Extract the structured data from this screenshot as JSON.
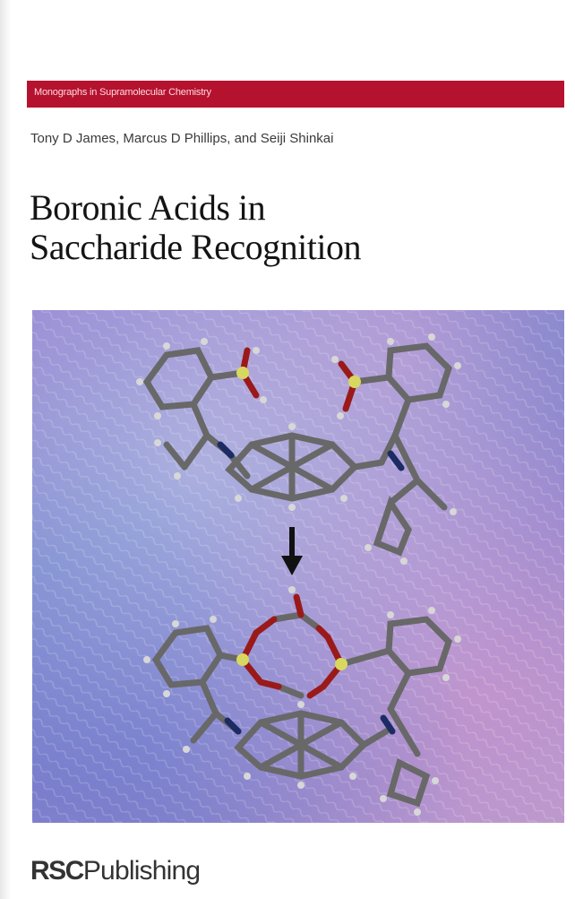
{
  "series": "Monographs in Supramolecular Chemistry",
  "authors": "Tony D James, Marcus D Phillips, and Seiji Shinkai",
  "title": {
    "line1": "Boronic Acids in",
    "line2": "Saccharide Recognition"
  },
  "publisher": {
    "brand": "RSC",
    "word": "Publishing"
  },
  "cover_art": {
    "subject": "molecular-structure-illustration",
    "colors": {
      "background": "#8a86cf",
      "carbon": "#6d6d6d",
      "hydrogen": "#d7d7d7",
      "oxygen": "#9a1a1a",
      "boron": "#d8d860",
      "nitrogen": "#1c2b63",
      "arrow": "#111111"
    }
  },
  "colors": {
    "series_bar": "#b5122f",
    "title_text": "#141414"
  }
}
